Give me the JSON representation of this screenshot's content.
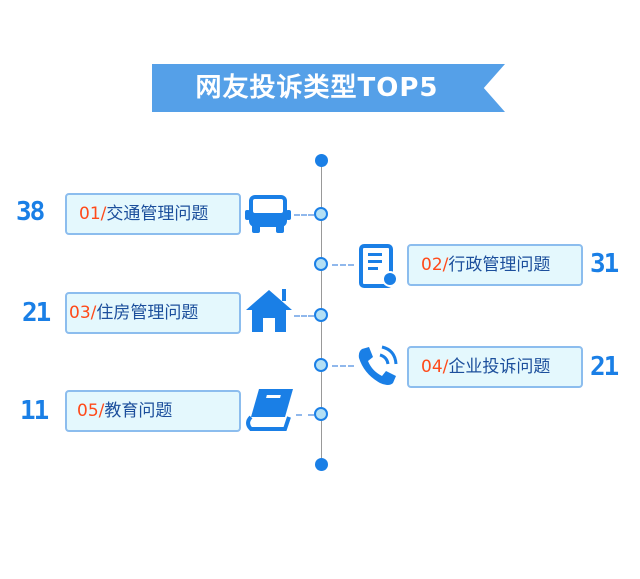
{
  "title": "网友投诉类型TOP5",
  "items": [
    {
      "rank": "01/",
      "label": "交通管理问题",
      "count": "38",
      "icon": "bus-icon"
    },
    {
      "rank": "02/",
      "label": "行政管理问题",
      "count": "31",
      "icon": "document-gear-icon"
    },
    {
      "rank": "03/",
      "label": "住房管理问题",
      "count": "21",
      "icon": "house-icon"
    },
    {
      "rank": "04/",
      "label": "企业投诉问题",
      "count": "21",
      "icon": "phone-icon"
    },
    {
      "rank": "05/",
      "label": "教育问题",
      "count": "11",
      "icon": "book-icon"
    }
  ],
  "colors": {
    "accent": "#1a7fe6",
    "banner": "#55a0e8",
    "rank": "#ff4a1a"
  }
}
